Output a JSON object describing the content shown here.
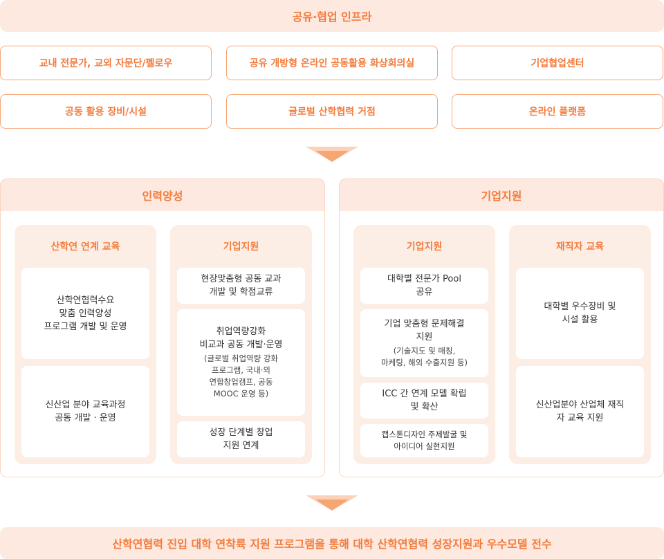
{
  "top_bar": {
    "title": "공유·협업 인프라"
  },
  "infra": [
    "교내 전문가, 교외 자문단/펠로우",
    "공유 개방형 온라인 공동활용 화상회의실",
    "기업협업센터",
    "공동 활용 장비/시설",
    "글로벌 산학협력 거점",
    "온라인 플랫폼"
  ],
  "left_panel": {
    "title": "인력양성",
    "columns": [
      {
        "title": "산학연 연계 교육",
        "boxes": [
          {
            "lines": [
              "산학연협력수요",
              "맞춤 인력양성",
              "프로그램 개발 및 운영"
            ]
          },
          {
            "lines": [
              "신산업 분야 교육과정",
              "공동 개발 · 운영"
            ]
          }
        ]
      },
      {
        "title": "기업지원",
        "boxes": [
          {
            "lines": [
              "현장맞춤형 공동 교과",
              "개발 및 학점교류"
            ]
          },
          {
            "lines": [
              "취업역량강화",
              "비교과 공동 개발·운영"
            ],
            "sub": [
              "(글로벌 취업역량 강화",
              "프로그램, 국내·외",
              "연합창업캠프, 공동",
              "MOOC 운영 등)"
            ]
          },
          {
            "lines": [
              "성장 단계별 창업",
              "지원 연계"
            ]
          }
        ]
      }
    ]
  },
  "right_panel": {
    "title": "기업지원",
    "columns": [
      {
        "title": "기업지원",
        "boxes": [
          {
            "lines": [
              "대학별 전문가 Pool",
              "공유"
            ]
          },
          {
            "lines": [
              "기업 맞춤형 문제해결",
              "지원"
            ],
            "sub": [
              "(기술지도 및 매칭,",
              "마케팅, 해외 수출지원 등)"
            ]
          },
          {
            "lines": [
              "ICC 간 연계 모델 확립",
              "및 확산"
            ]
          },
          {
            "lines": [
              "캡스톤디자인 주제발굴 및",
              "아이디어 실현지원"
            ]
          }
        ]
      },
      {
        "title": "재직자 교육",
        "boxes": [
          {
            "lines": [
              "대학별 우수장비 및",
              "시설 활용"
            ]
          },
          {
            "lines": [
              "신산업분야 산업체 재직",
              "자 교육 지원"
            ]
          }
        ]
      }
    ]
  },
  "bottom_bar": {
    "title": "산학연협력 진입 대학 연착륙 지원 프로그램을 통해 대학 산학연협력 성장지원과 우수모델 전수"
  },
  "colors": {
    "accent": "#f37b3c",
    "light": "#fde9df",
    "column_bg": "#fdeee5",
    "border": "#f6a672"
  }
}
